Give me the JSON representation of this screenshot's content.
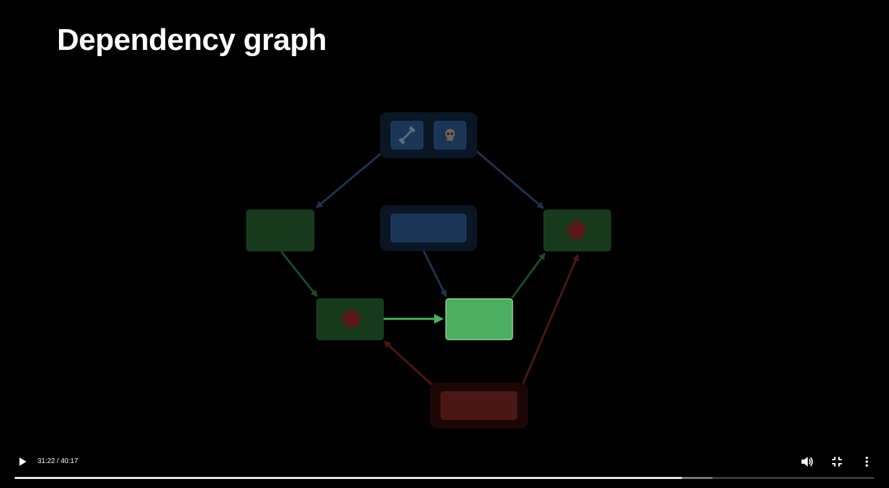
{
  "slide": {
    "title": "Dependency graph"
  },
  "graph": {
    "nodes": [
      {
        "id": "top-group",
        "kind": "group",
        "state": "dimmed-blue",
        "icons": [
          "bone-icon",
          "skull-icon"
        ]
      },
      {
        "id": "mid-group",
        "kind": "group",
        "state": "dimmed-blue"
      },
      {
        "id": "left-node",
        "kind": "node",
        "state": "dimmed-green"
      },
      {
        "id": "right-node",
        "kind": "node",
        "state": "dimmed-green",
        "marker": "red-dot"
      },
      {
        "id": "center-left-node",
        "kind": "node",
        "state": "dimmed-green",
        "marker": "red-dot"
      },
      {
        "id": "active-node",
        "kind": "node",
        "state": "highlighted-green"
      },
      {
        "id": "bottom-group",
        "kind": "group",
        "state": "dimmed-red"
      }
    ],
    "edges": [
      {
        "from": "top-group",
        "to": "left-node",
        "color": "blue"
      },
      {
        "from": "top-group",
        "to": "right-node",
        "color": "blue"
      },
      {
        "from": "left-node",
        "to": "center-left-node",
        "color": "green"
      },
      {
        "from": "mid-group",
        "to": "active-node",
        "color": "blue"
      },
      {
        "from": "center-left-node",
        "to": "active-node",
        "color": "bright-green"
      },
      {
        "from": "active-node",
        "to": "right-node",
        "color": "green"
      },
      {
        "from": "bottom-group",
        "to": "center-left-node",
        "color": "red"
      },
      {
        "from": "bottom-group",
        "to": "right-node",
        "color": "red"
      }
    ]
  },
  "player": {
    "time_display": "31:22 / 40:17",
    "played_fraction": 0.776,
    "buffered_fraction": 0.812,
    "play_icon": "play-icon",
    "volume_icon": "volume-icon",
    "exit_fullscreen_icon": "exit-fullscreen-icon",
    "more_icon": "more-vertical-icon"
  },
  "colors": {
    "background": "#000000",
    "dim_blue_group": "#0b1624",
    "dim_blue_inner": "#1b3556",
    "dim_green": "#173a1d",
    "bright_green": "#4caf5f",
    "dim_red_group": "#1c0706",
    "dim_red_inner": "#4a1715",
    "red_dot": "#5a1a19"
  }
}
